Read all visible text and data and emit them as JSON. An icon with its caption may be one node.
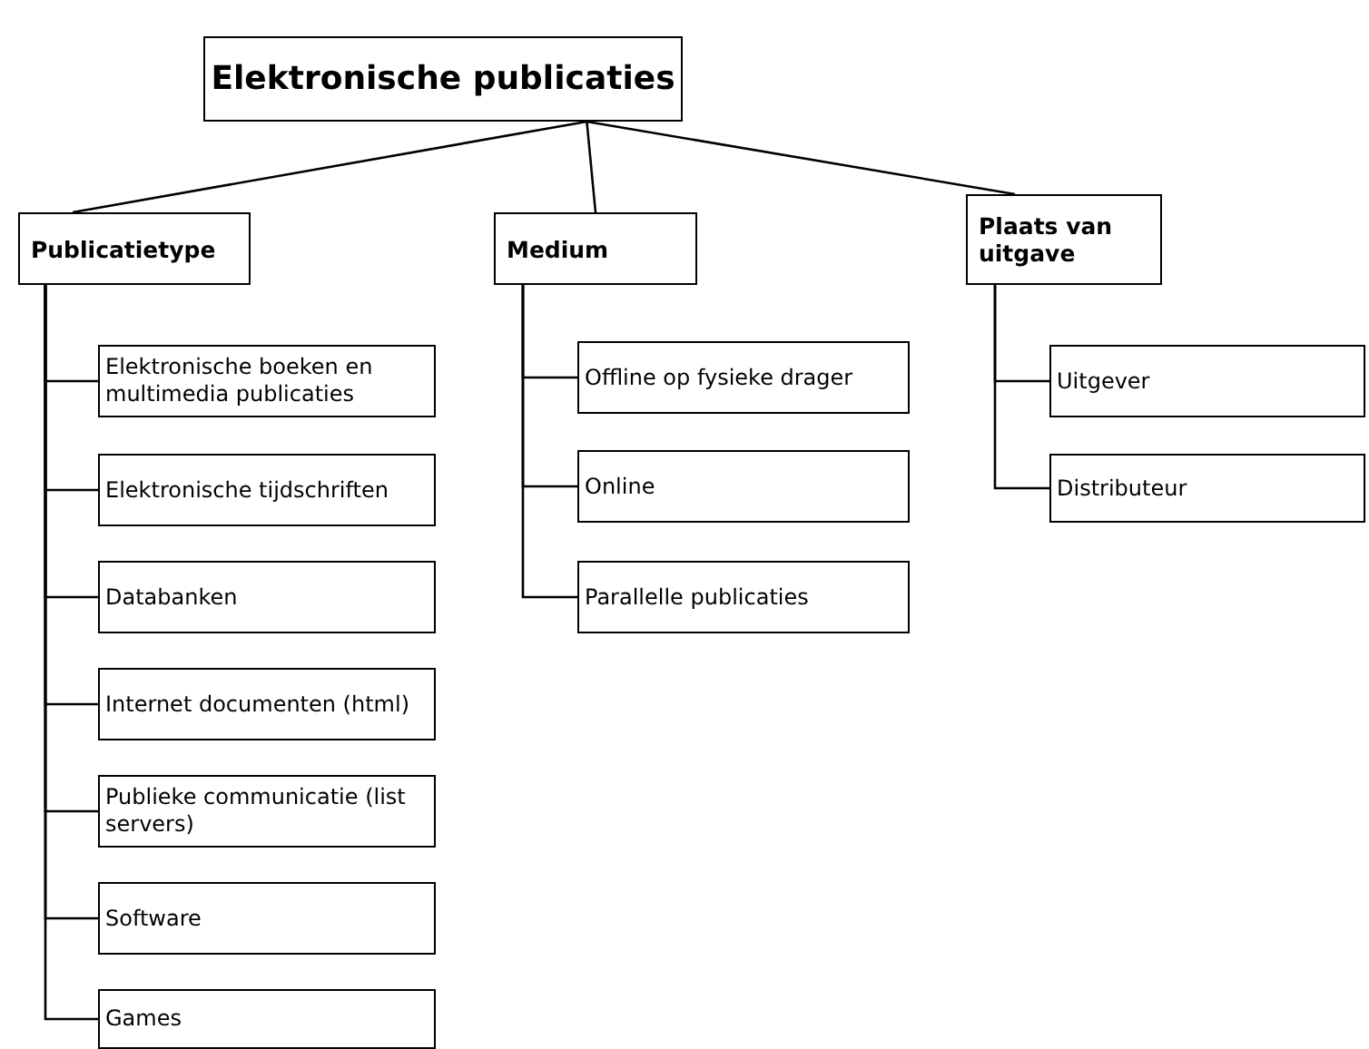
{
  "diagram": {
    "nodes": [
      {
        "text": [
          "Elektronische publicaties"
        ]
      },
      {
        "text": [
          "Publicatietype"
        ]
      },
      {
        "text": [
          "Medium"
        ]
      },
      {
        "text": [
          "Plaats van uitgave"
        ]
      },
      {
        "text": [
          "Elektronische boeken en multimedia publicaties"
        ]
      },
      {
        "text": [
          "Elektronische tijdschriften"
        ]
      },
      {
        "text": [
          "Databanken"
        ]
      },
      {
        "text": [
          "Internet documenten (html)"
        ]
      },
      {
        "text": [
          "Publieke communicatie (list servers)"
        ]
      },
      {
        "text": [
          "Software"
        ]
      },
      {
        "text": [
          "Games"
        ]
      },
      {
        "text": [
          "Offline op fysieke drager"
        ]
      },
      {
        "text": [
          "Online"
        ]
      },
      {
        "text": [
          "Parallelle publicaties"
        ]
      },
      {
        "text": [
          "Uitgever"
        ]
      },
      {
        "text": [
          "Distributeur"
        ]
      }
    ],
    "edges": [
      {
        "from": 0,
        "to": 1,
        "arrow": "none"
      },
      {
        "from": 0,
        "to": 2,
        "arrow": "none"
      },
      {
        "from": 0,
        "to": 3,
        "arrow": "none"
      },
      {
        "from": 1,
        "to": 4,
        "arrow": "none"
      },
      {
        "from": 1,
        "to": 5,
        "arrow": "none"
      },
      {
        "from": 1,
        "to": 6,
        "arrow": "none"
      },
      {
        "from": 1,
        "to": 7,
        "arrow": "none"
      },
      {
        "from": 1,
        "to": 8,
        "arrow": "none"
      },
      {
        "from": 1,
        "to": 9,
        "arrow": "none"
      },
      {
        "from": 1,
        "to": 10,
        "arrow": "none"
      },
      {
        "from": 2,
        "to": 11,
        "arrow": "none"
      },
      {
        "from": 2,
        "to": 12,
        "arrow": "none"
      },
      {
        "from": 2,
        "to": 13,
        "arrow": "none"
      },
      {
        "from": 3,
        "to": 14,
        "arrow": "none"
      },
      {
        "from": 3,
        "to": 15,
        "arrow": "none"
      }
    ]
  }
}
